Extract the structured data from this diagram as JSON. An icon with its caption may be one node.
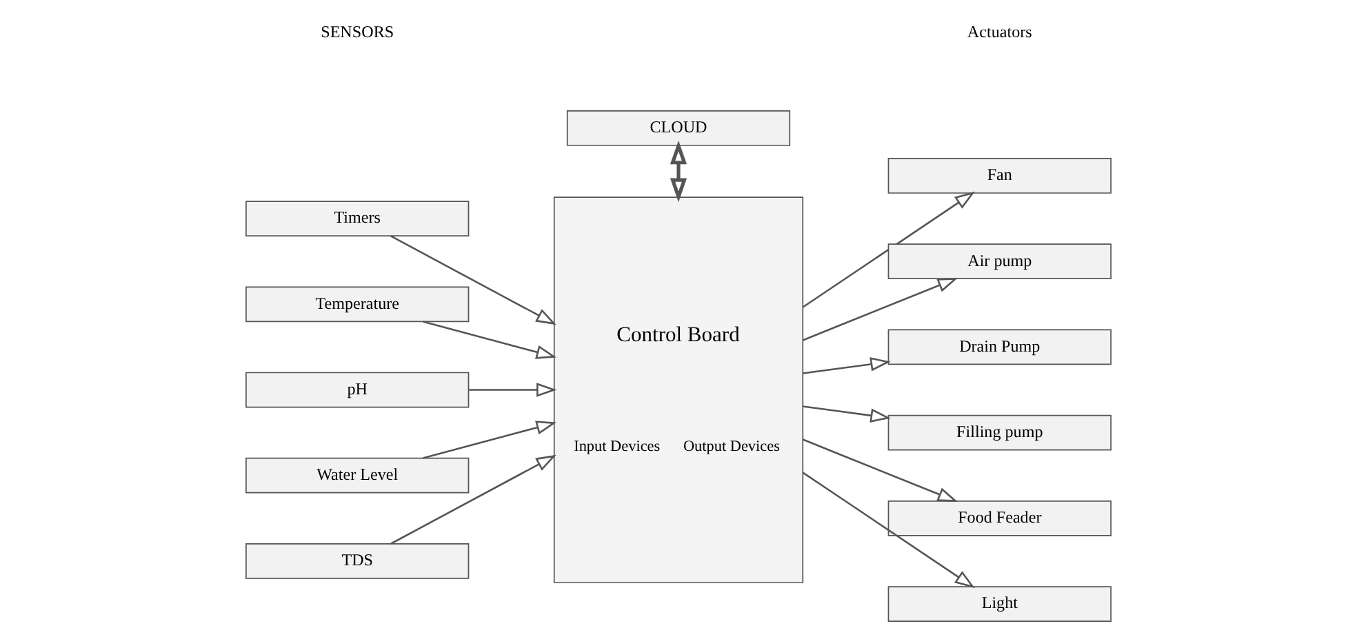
{
  "diagram": {
    "nodes": [
      {
        "text": [
          "CLOUD"
        ]
      },
      {
        "text": [
          "Control Board",
          "Input Devices",
          "Output Devices"
        ]
      },
      {
        "text": [
          "Timers"
        ]
      },
      {
        "text": [
          "Temperature"
        ]
      },
      {
        "text": [
          "pH"
        ]
      },
      {
        "text": [
          "Water Level"
        ]
      },
      {
        "text": [
          "TDS"
        ]
      },
      {
        "text": [
          "Fan"
        ]
      },
      {
        "text": [
          "Air pump"
        ]
      },
      {
        "text": [
          "Drain Pump"
        ]
      },
      {
        "text": [
          "Filling pump"
        ]
      },
      {
        "text": [
          "Food Feader"
        ]
      },
      {
        "text": [
          "Light"
        ]
      }
    ],
    "edges": [
      {
        "from": 0,
        "to": 1,
        "arrow": "both"
      },
      {
        "from": 2,
        "to": 1,
        "arrow": "to"
      },
      {
        "from": 3,
        "to": 1,
        "arrow": "to"
      },
      {
        "from": 4,
        "to": 1,
        "arrow": "to"
      },
      {
        "from": 5,
        "to": 1,
        "arrow": "to"
      },
      {
        "from": 6,
        "to": 1,
        "arrow": "to"
      },
      {
        "from": 1,
        "to": 7,
        "arrow": "to"
      },
      {
        "from": 1,
        "to": 8,
        "arrow": "to"
      },
      {
        "from": 1,
        "to": 9,
        "arrow": "to"
      },
      {
        "from": 1,
        "to": 10,
        "arrow": "to"
      },
      {
        "from": 1,
        "to": 11,
        "arrow": "to"
      },
      {
        "from": 1,
        "to": 12,
        "arrow": "to"
      }
    ],
    "labels": [
      "SENSORS",
      "Actuators"
    ]
  }
}
